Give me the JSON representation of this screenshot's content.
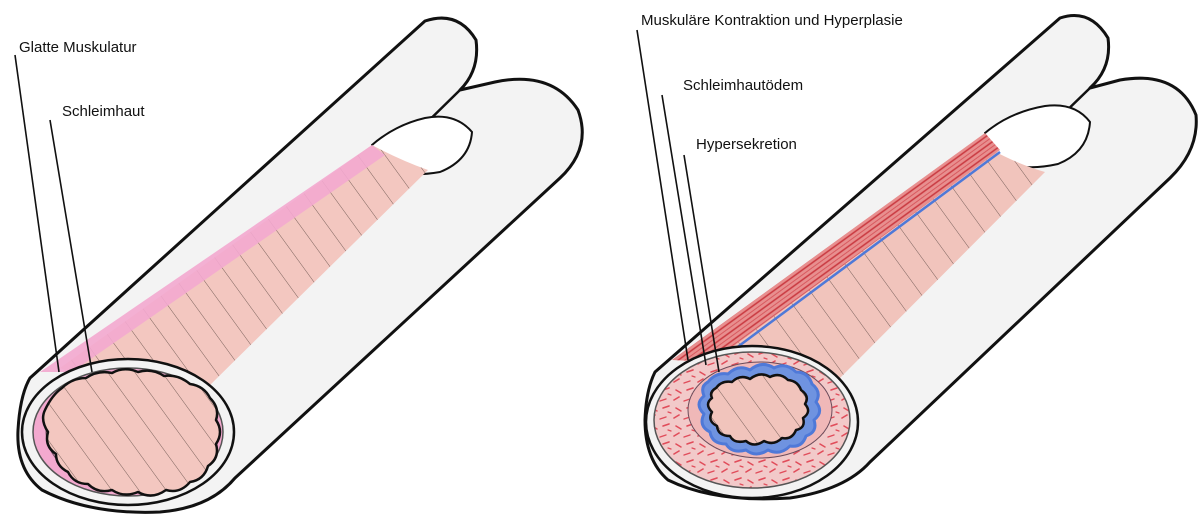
{
  "left_diagram": {
    "labels": [
      "Glatte Muskulatur",
      "Schleimhaut"
    ]
  },
  "right_diagram": {
    "labels": [
      "Muskuläre Kontraktion und Hyperplasie",
      "Schleimhautödem",
      "Hypersekretion"
    ]
  },
  "colors": {
    "outline": "#111111",
    "tube_wall": "#f3f3f3",
    "normal_mucosa": "#f3c7c0",
    "normal_muscle": "#f3a9cf",
    "thick_muscle": "#f2c9c9",
    "contracted_muscle_streaks": "#d6494e",
    "mucus": "#4f79d8",
    "lumen": "#f1c4bc"
  }
}
